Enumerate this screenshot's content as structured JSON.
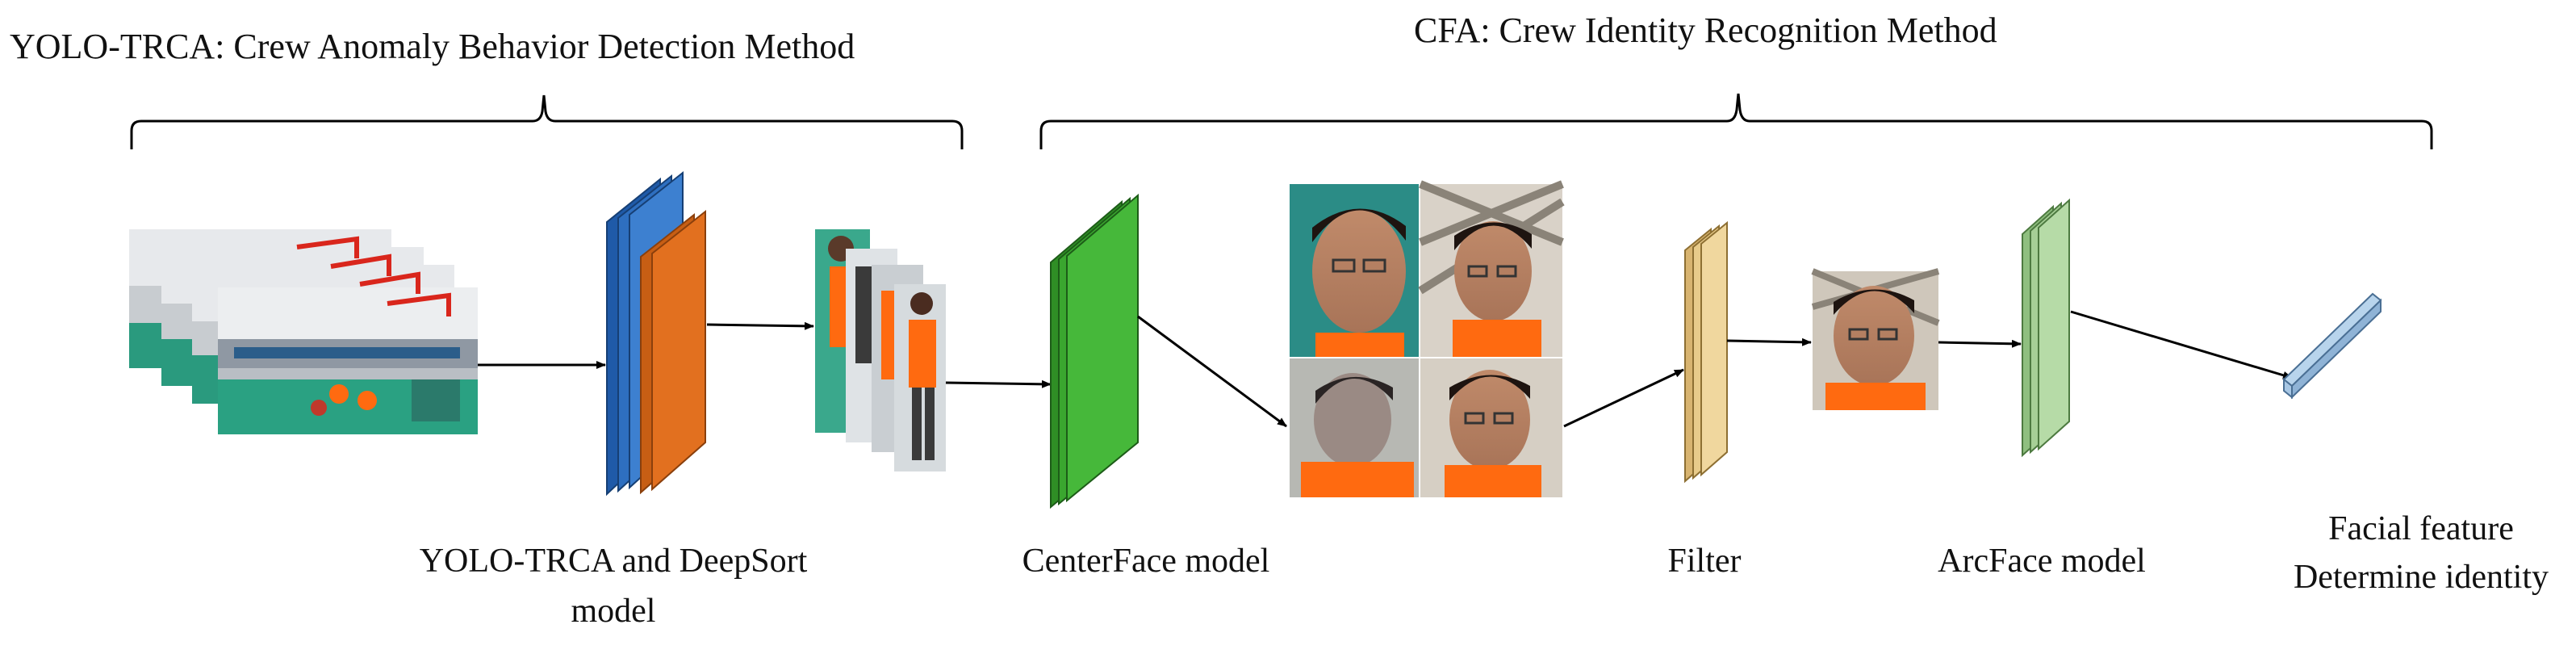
{
  "titles": {
    "left": "YOLO-TRCA: Crew Anomaly  Behavior  Detection Method",
    "right": "CFA: Crew Identity  Recognition Method"
  },
  "labels": {
    "yolo_line1": "YOLO-TRCA and DeepSort",
    "yolo_line2": "model",
    "centerface": "CenterFace model",
    "filter": "Filter",
    "arcface": "ArcFace model",
    "facial_line1": "Facial feature",
    "facial_line2": "Determine identity"
  },
  "colors": {
    "yolo_layer_blue": "#2e6fc0",
    "yolo_layer_orange": "#e2701f",
    "centerface_green": "#3aa62f",
    "filter_tan": "#e8cb8a",
    "arcface_green": "#a6cf96",
    "feature_vector": "#b8d4ec",
    "crew_vest_orange": "#ff6a10"
  }
}
